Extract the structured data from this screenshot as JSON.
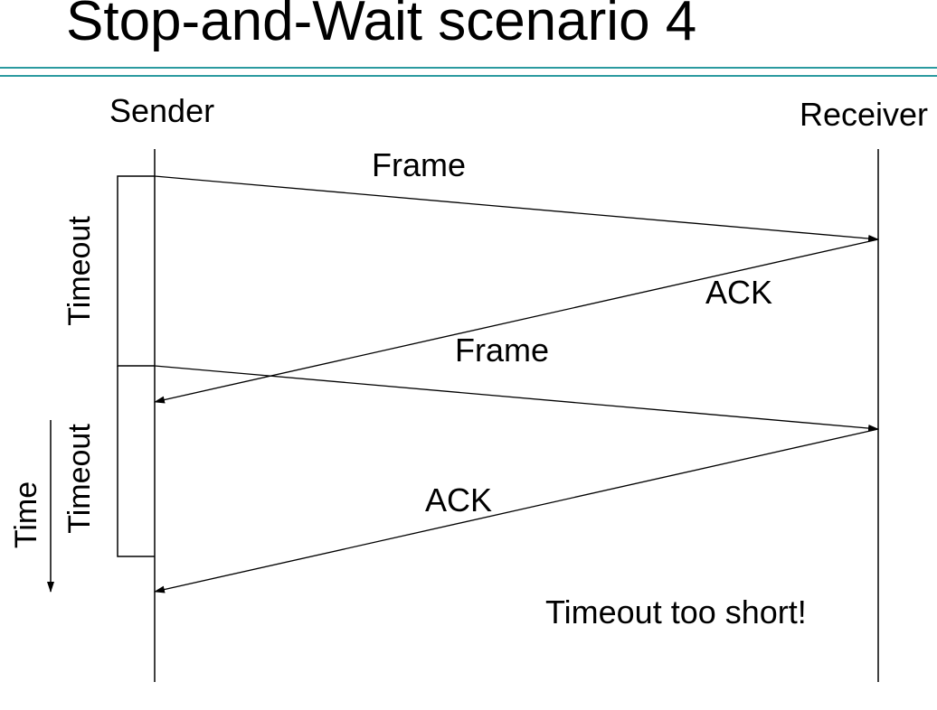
{
  "slide": {
    "title": "Stop-and-Wait scenario 4"
  },
  "colors": {
    "rule": "#2b9aa0",
    "ink": "#000000"
  },
  "diagram": {
    "sender_label": "Sender",
    "receiver_label": "Receiver",
    "frame1_label": "Frame",
    "ack1_label": "ACK",
    "frame2_label": "Frame",
    "ack2_label": "ACK",
    "timeout1_label": "Timeout",
    "timeout2_label": "Timeout",
    "time_label": "Time",
    "note": "Timeout too short!"
  }
}
